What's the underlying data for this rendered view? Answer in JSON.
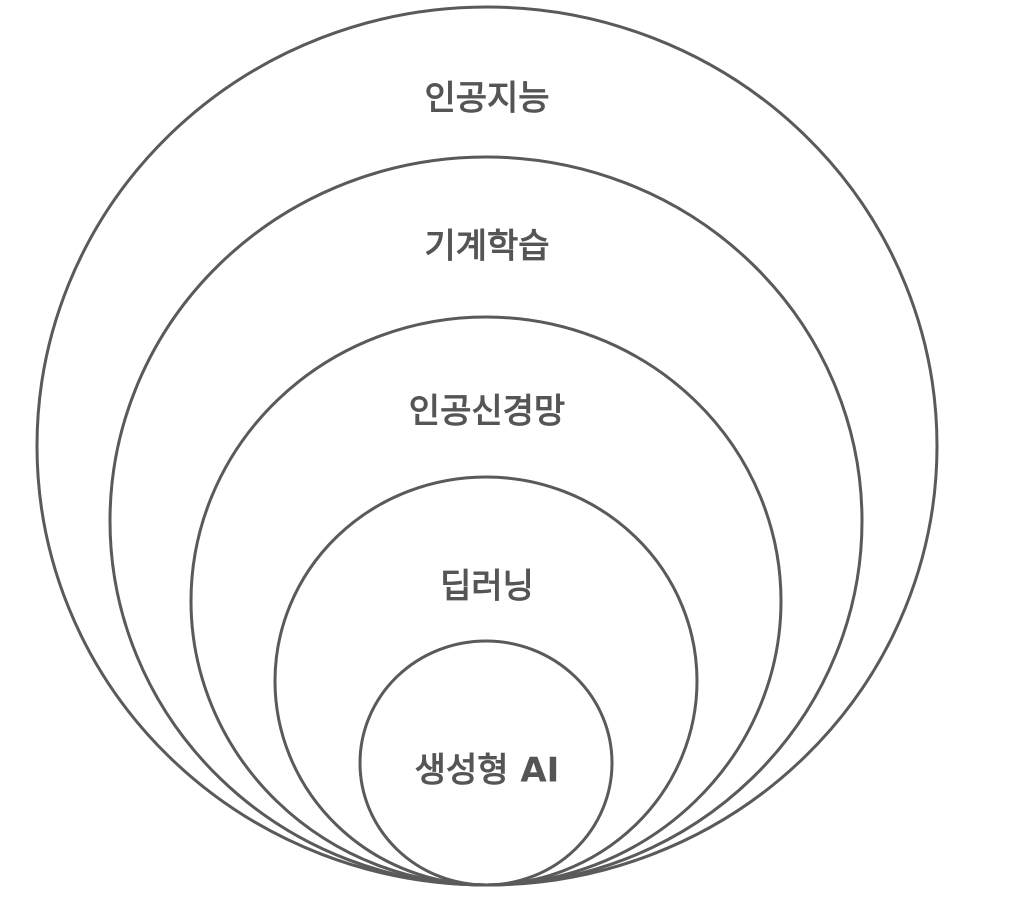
{
  "diagram": {
    "type": "nested-circles",
    "stroke_color": "#5a5a5a",
    "text_color": "#555555",
    "layers": [
      {
        "label": "인공지능"
      },
      {
        "label": "기계학습"
      },
      {
        "label": "인공신경망"
      },
      {
        "label": "딥러닝"
      },
      {
        "label": "생성형 AI"
      }
    ]
  }
}
